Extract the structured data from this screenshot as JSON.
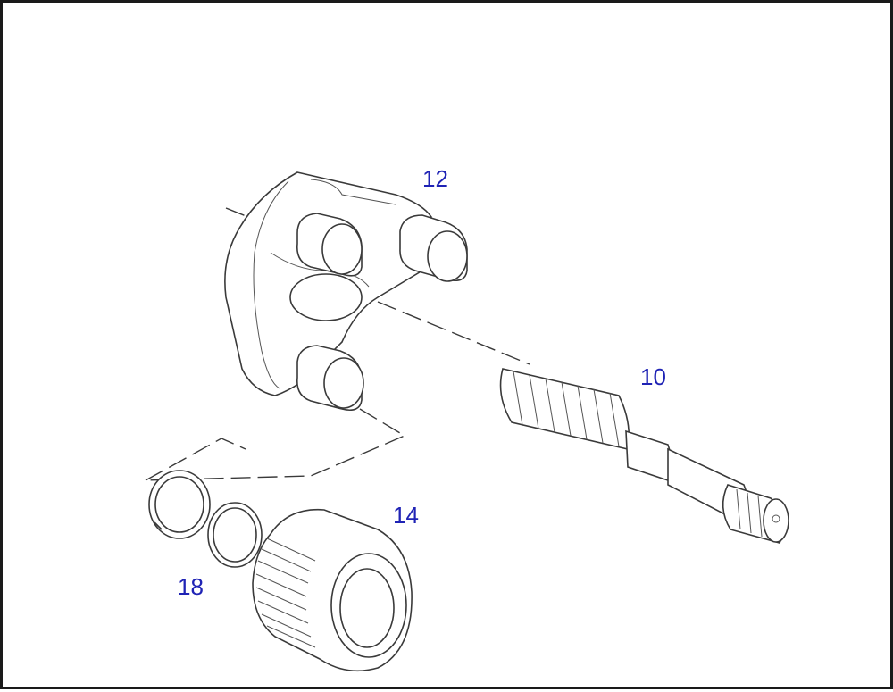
{
  "diagram": {
    "callouts": [
      {
        "id": "part-12",
        "label": "12"
      },
      {
        "id": "part-10",
        "label": "10"
      },
      {
        "id": "part-14",
        "label": "14"
      },
      {
        "id": "part-18",
        "label": "18"
      }
    ],
    "colors": {
      "callout": "#1f23b5",
      "line": "#3a3a3a",
      "border": "#1a1a1a",
      "background": "#ffffff"
    }
  }
}
